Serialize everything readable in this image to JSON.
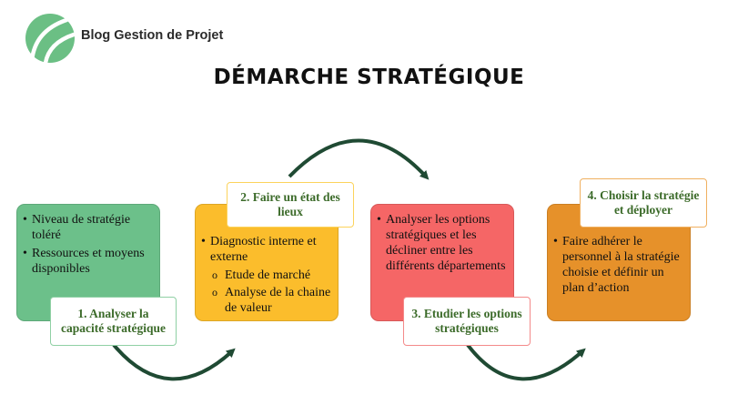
{
  "brand": {
    "name": "Blog Gestion de Projet",
    "accent": "#6bbf84"
  },
  "title": "DÉMARCHE STRATÉGIQUE",
  "steps": [
    {
      "label": "1. Analyser la capacité stratégique",
      "color": "#6cc08a",
      "items": [
        "Niveau de stratégie toléré",
        "Ressources et moyens disponibles"
      ]
    },
    {
      "label": "2. Faire un état des lieux",
      "color": "#fbbd2c",
      "items": [
        "Diagnostic interne et externe"
      ],
      "subitems": [
        "Etude de marché",
        "Analyse de la chaine de valeur"
      ]
    },
    {
      "label": "3. Etudier les options stratégiques",
      "color": "#f56666",
      "items": [
        "Analyser les options stratégiques et les décliner entre les différents départements"
      ]
    },
    {
      "label": "4. Choisir la stratégie et déployer",
      "color": "#e6912a",
      "items": [
        "Faire adhérer le personnel à la stratégie choisie et définir un plan d’action"
      ]
    }
  ],
  "arrow_color": "#1f4a33"
}
